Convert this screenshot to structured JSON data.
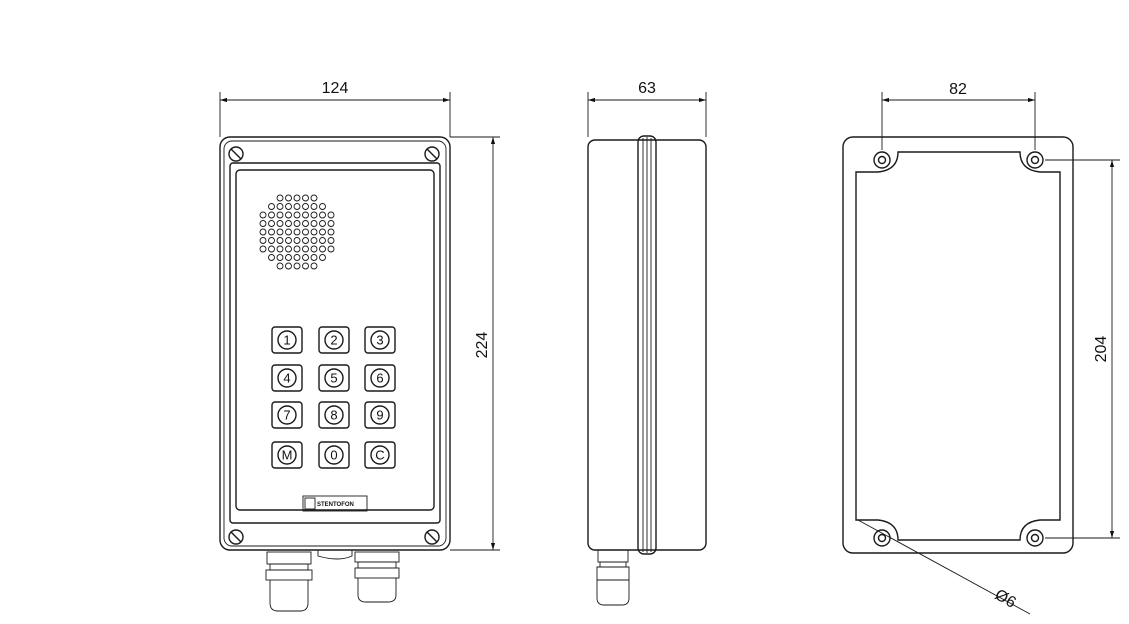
{
  "dimensions": {
    "front_width": "124",
    "front_height": "224",
    "side_depth": "63",
    "hole_spacing_horizontal": "82",
    "hole_spacing_vertical": "204",
    "hole_diameter": "Ø6"
  },
  "keypad": {
    "keys": [
      "1",
      "2",
      "3",
      "4",
      "5",
      "6",
      "7",
      "8",
      "9",
      "M",
      "0",
      "C"
    ]
  },
  "logo_text": "STENTOFON",
  "colors": {
    "line": "#1a1a1a",
    "background": "#ffffff"
  }
}
